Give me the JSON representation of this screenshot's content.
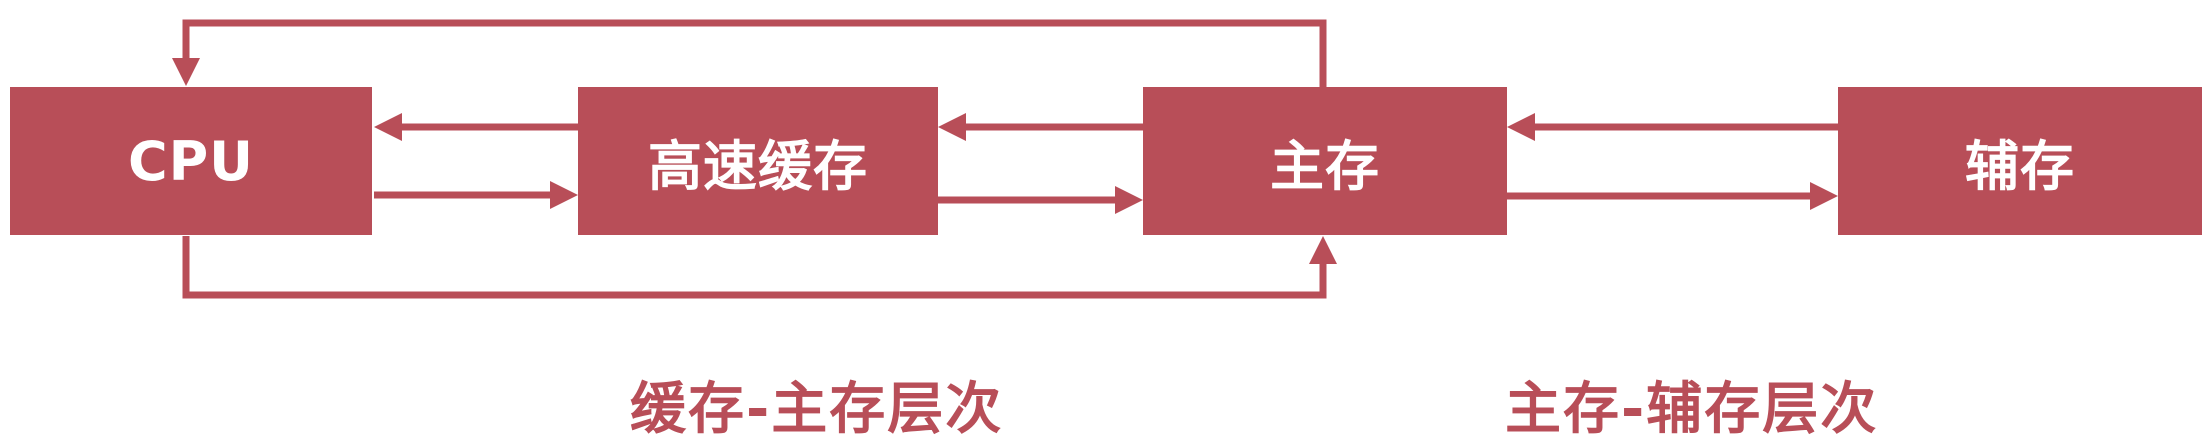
{
  "nodes": {
    "cpu": "CPU",
    "cache": "高速缓存",
    "main_memory": "主存",
    "secondary_storage": "辅存"
  },
  "captions": {
    "cache_main": "缓存-主存层次",
    "main_secondary": "主存-辅存层次"
  },
  "colors": {
    "accent": "#b84e58",
    "background": "#ffffff",
    "box_text": "#ffffff"
  }
}
